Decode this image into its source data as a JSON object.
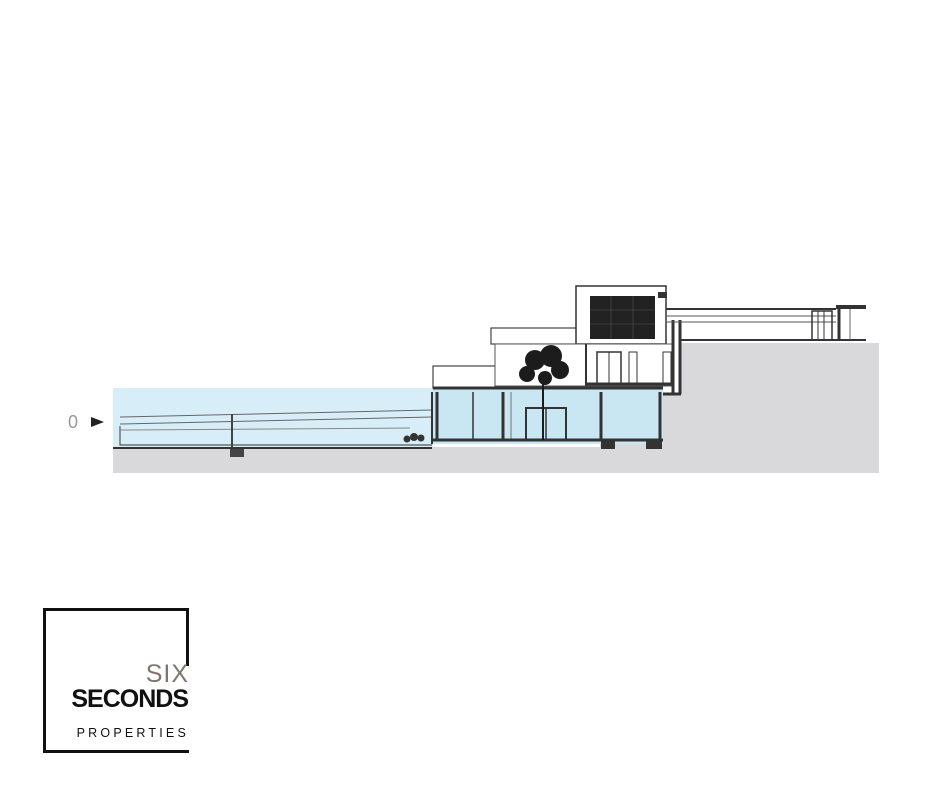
{
  "level_marker": {
    "label": "0",
    "icon": "arrow-right-icon"
  },
  "logo": {
    "line1": "SIX",
    "line2": "SECONDS",
    "line3": "PROPERTIES",
    "accent_color": "#7f776d",
    "text_color": "#111111"
  },
  "colors": {
    "ground": "#d9d9db",
    "water": "#d7eef8",
    "wall": "#333333",
    "window": "#c9e6f3",
    "solar_panel": "#222222",
    "tree": "#1c1c1c"
  }
}
